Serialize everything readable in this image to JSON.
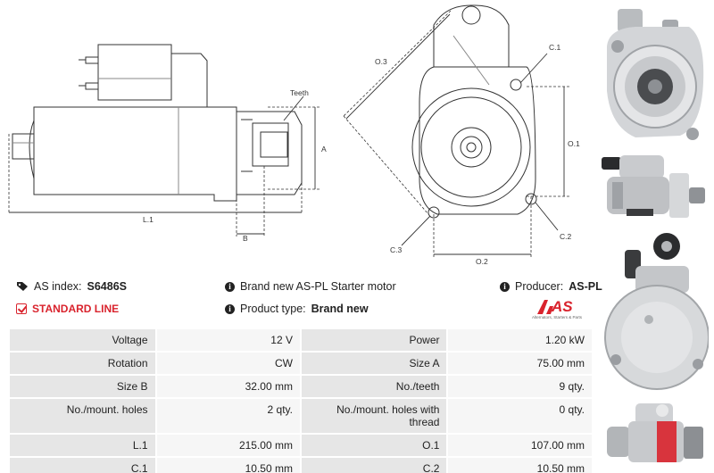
{
  "drawing": {
    "labels": {
      "teeth": "Teeth",
      "a": "A",
      "b": "B",
      "l1": "L.1",
      "o1": "O.1",
      "o2": "O.2",
      "o3": "O.3",
      "c1": "C.1",
      "c2": "C.2",
      "c3": "C.3"
    }
  },
  "info": {
    "as_index_label": "AS index:",
    "as_index_value": "S6486S",
    "standard_line": "STANDARD LINE",
    "description": "Brand new AS-PL Starter motor",
    "product_type_label": "Product type:",
    "product_type_value": "Brand new",
    "producer_label": "Producer:",
    "producer_value": "AS-PL"
  },
  "logo": {
    "brand": "AS",
    "tagline": "Alternators, Starters & Parts",
    "color": "#d9232d"
  },
  "specs": [
    {
      "l1": "Voltage",
      "v1": "12 V",
      "l2": "Power",
      "v2": "1.20 kW"
    },
    {
      "l1": "Rotation",
      "v1": "CW",
      "l2": "Size A",
      "v2": "75.00 mm"
    },
    {
      "l1": "Size B",
      "v1": "32.00 mm",
      "l2": "No./teeth",
      "v2": "9 qty."
    },
    {
      "l1": "No./mount. holes",
      "v1": "2 qty.",
      "l2": "No./mount. holes with thread",
      "v2": "0 qty."
    },
    {
      "l1": "L.1",
      "v1": "215.00 mm",
      "l2": "O.1",
      "v2": "107.00 mm"
    },
    {
      "l1": "C.1",
      "v1": "10.50 mm",
      "l2": "C.2",
      "v2": "10.50 mm"
    }
  ]
}
